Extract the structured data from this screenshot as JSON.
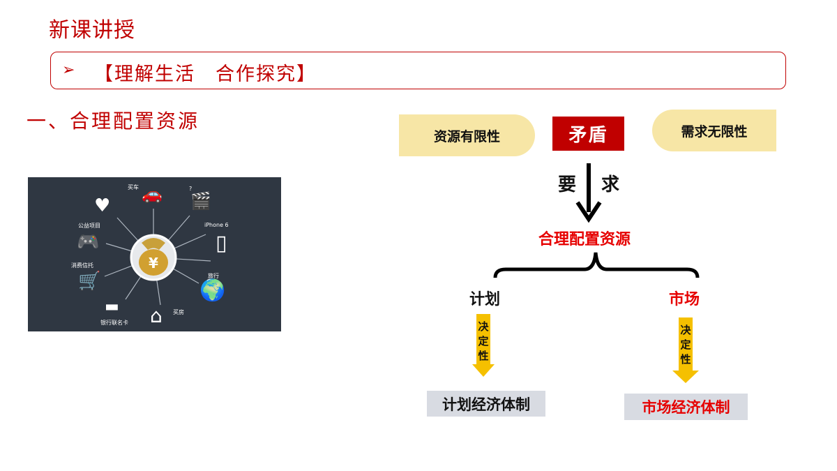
{
  "page_title": "新课讲授",
  "banner": {
    "arrow": "➢",
    "text": "【理解生活　合作探究】"
  },
  "section_heading": "一、合理配置资源",
  "illustration": {
    "center_symbol": "¥",
    "labels": {
      "buy_car": "买车",
      "question": "?",
      "iphone": "iPhone 6",
      "charity": "公益项目",
      "consumer_credit": "消费信托",
      "travel": "旅行",
      "bank_card": "银行联名卡",
      "buy_house": "买房"
    }
  },
  "diagram": {
    "resource_limited": "资源有限性",
    "contradiction": "矛盾",
    "demand_unlimited": "需求无限性",
    "require_1": "要",
    "require_2": "求",
    "allocate": "合理配置资源",
    "plan": "计划",
    "market": "市场",
    "decisive_left": "决定性",
    "decisive_right": "决定性",
    "planned_economy": "计划经济体制",
    "market_economy": "市场经济体制",
    "colors": {
      "red": "#c00000",
      "bright_red": "#e60000",
      "pill": "#f7e6a6",
      "arrow_gold": "#f5c000"
    }
  }
}
